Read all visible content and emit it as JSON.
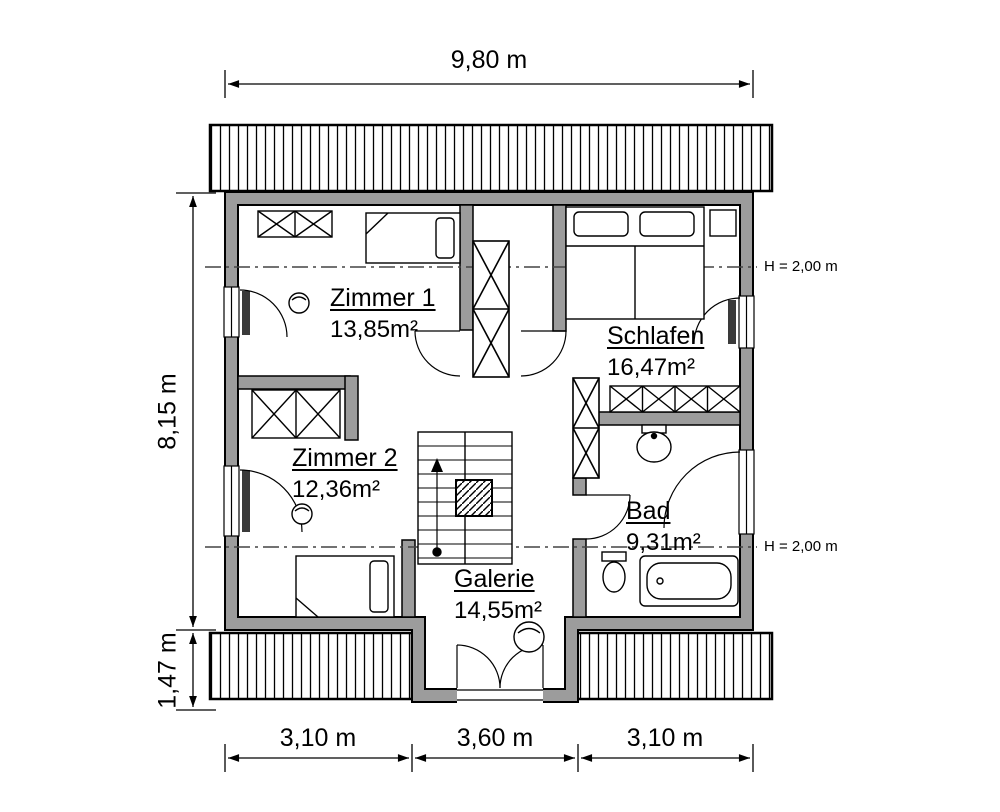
{
  "dimensions": {
    "top": "9,80 m",
    "left_main": "8,15 m",
    "left_lower": "1,47 m",
    "bottom": [
      "3,10 m",
      "3,60 m",
      "3,10 m"
    ],
    "height_upper": "H = 2,00 m",
    "height_lower": "H = 2,00 m"
  },
  "rooms": [
    {
      "name": "Zimmer 1",
      "area": "13,85m²"
    },
    {
      "name": "Schlafen",
      "area": "16,47m²"
    },
    {
      "name": "Zimmer 2",
      "area": "12,36m²"
    },
    {
      "name": "Bad",
      "area": "9,31m²"
    },
    {
      "name": "Galerie",
      "area": "14,55m²"
    }
  ],
  "colors": {
    "wall_fill": "#9c9c9c",
    "line": "#000000",
    "dashline": "#444444",
    "background": "#ffffff"
  }
}
